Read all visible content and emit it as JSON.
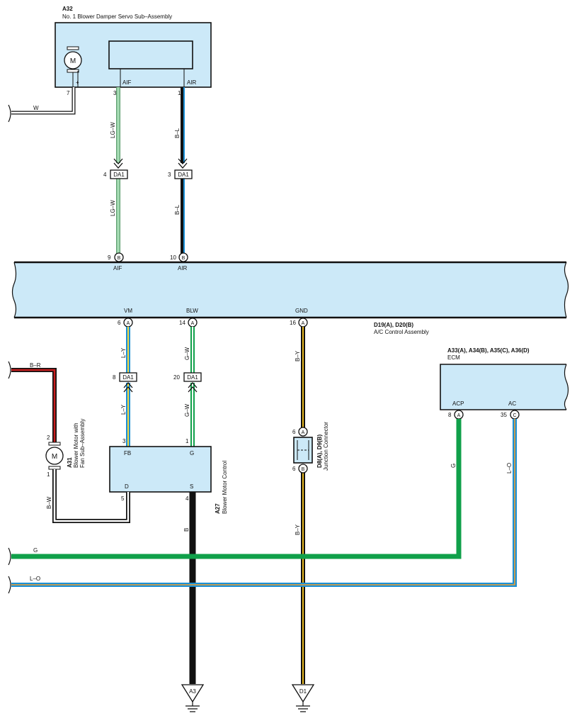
{
  "colors": {
    "component_fill": "#cce9f8",
    "wire_light_green": "#8ccc9e",
    "wire_green": "#10a04a",
    "wire_blue": "#1a8fd6",
    "wire_black": "#111111",
    "wire_yellow": "#e8b820",
    "wire_red": "#c81e1e"
  },
  "a32": {
    "code": "A32",
    "name": "No. 1 Blower Damper Servo Sub–Assembly",
    "motor": "M",
    "plus": "+",
    "pin_aif_label": "AIF",
    "pin_air_label": "AIR",
    "pin_plus_num": "7",
    "pin_aif_num": "3",
    "pin_air_num": "1"
  },
  "wires": {
    "w": "W",
    "lg_w": "LG–W",
    "b_l": "B–L",
    "l_y": "L–Y",
    "g_w": "G–W",
    "b_y": "B–Y",
    "b_r": "B–R",
    "b_w": "B–W",
    "b": "B",
    "g": "G",
    "l_o": "L–O"
  },
  "da1": {
    "label": "DA1",
    "pin_aif": "4",
    "pin_air": "3",
    "pin_vm": "8",
    "pin_blw": "20"
  },
  "ac_control": {
    "code": "D19(A), D20(B)",
    "name": "A/C Control Assembly",
    "aif_label": "AIF",
    "air_label": "AIR",
    "aif_pin": "9",
    "air_pin": "10",
    "conn_b": "B",
    "vm_label": "VM",
    "blw_label": "BLW",
    "gnd_label": "GND",
    "vm_pin": "6",
    "blw_pin": "14",
    "gnd_pin": "16",
    "conn_a": "A"
  },
  "ecm": {
    "code": "A33(A), A34(B), A35(C), A36(D)",
    "name": "ECM",
    "acp_label": "ACP",
    "ac_label": "AC",
    "acp_pin": "8",
    "ac_pin": "35",
    "conn_a": "A",
    "conn_c": "C"
  },
  "a31": {
    "code": "A31",
    "name_line1": "Blower Motor with",
    "name_line2": "Fan Sub–Assembly",
    "motor": "M",
    "pin_top": "2",
    "pin_bottom": "1"
  },
  "a27": {
    "code": "A27",
    "name": "Blower Motor Control",
    "fb_label": "FB",
    "g_label": "G",
    "d_label": "D",
    "s_label": "S",
    "fb_pin": "3",
    "g_pin": "1",
    "d_pin": "5",
    "s_pin": "4"
  },
  "junction": {
    "code": "D8(A), D9(B)",
    "name": "Junction Connector",
    "top_pin": "6",
    "bottom_pin": "6",
    "conn_a": "A",
    "conn_b": "B"
  },
  "grounds": {
    "a3": "A3",
    "d1": "D1"
  }
}
